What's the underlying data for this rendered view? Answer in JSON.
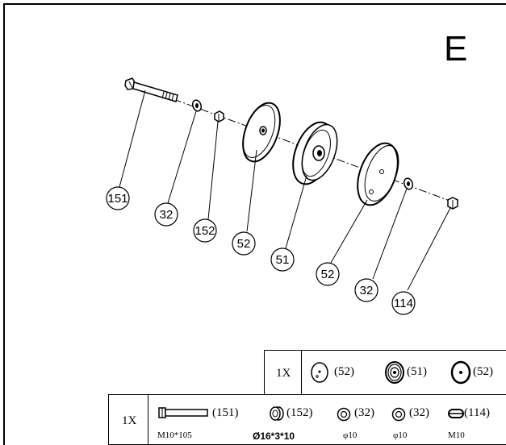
{
  "section_letter": "E",
  "callouts": [
    "151",
    "32",
    "152",
    "52",
    "51",
    "52",
    "32",
    "114"
  ],
  "table_top": {
    "quantity": "1X",
    "items": [
      {
        "label": "(52)",
        "icon": "pulley-plate-icon"
      },
      {
        "label": "(51)",
        "icon": "grooved-pulley-icon"
      },
      {
        "label": "(52)",
        "icon": "pulley-plate-icon"
      }
    ]
  },
  "table_bottom": {
    "quantity": "1X",
    "items": [
      {
        "label": "(151)",
        "spec": "M10*105",
        "icon": "bolt-icon"
      },
      {
        "label": "(152)",
        "spec": "Ø16*3*10",
        "icon": "sleeve-icon"
      },
      {
        "label": "(32)",
        "spec": "φ10",
        "icon": "washer-icon"
      },
      {
        "label": "(32)",
        "spec": "φ10",
        "icon": "washer-icon"
      },
      {
        "label": "(114)",
        "spec": "M10",
        "icon": "nut-icon"
      }
    ]
  }
}
